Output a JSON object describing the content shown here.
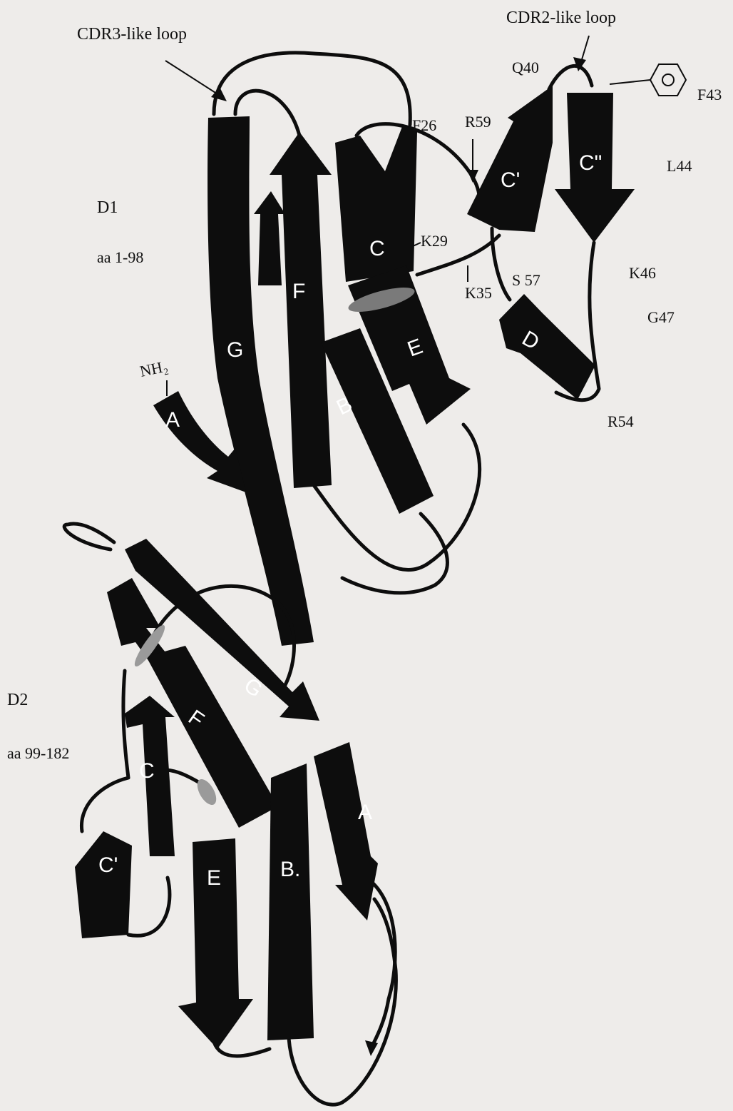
{
  "labels": {
    "cdr3": "CDR3-like loop",
    "cdr2": "CDR2-like loop",
    "d1": "D1",
    "d1_range": "aa 1-98",
    "d2": "D2",
    "d2_range": "aa 99-182",
    "nh2": "NH₂"
  },
  "residues": {
    "q40": "Q40",
    "f43": "F43",
    "f26": "F26",
    "r59": "R59",
    "l44": "L44",
    "k29": "K29",
    "k46": "K46",
    "k35": "K35",
    "s57": "S 57",
    "g47": "G47",
    "r54": "R54"
  },
  "strands_d1": {
    "a": "A",
    "b": "B",
    "c": "C",
    "c_prime": "C'",
    "c_double_prime": "C\"",
    "d": "D",
    "e": "E",
    "f": "F",
    "g": "G"
  },
  "strands_d2": {
    "a": "A",
    "b": "B.",
    "c": "C",
    "c_prime": "C'",
    "e": "E",
    "f": "F",
    "g": "G"
  },
  "colors": {
    "ink": "#0d0d0d",
    "paper": "#eeecea"
  }
}
